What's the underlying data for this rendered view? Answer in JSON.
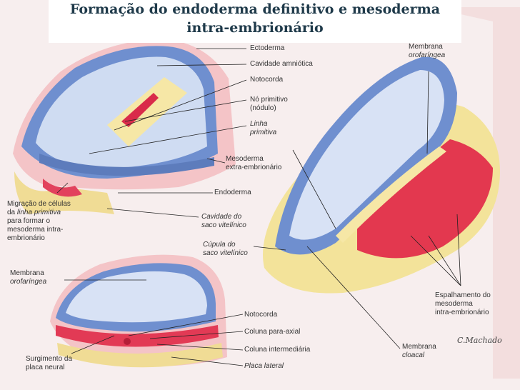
{
  "title": {
    "line1": "Formação do endoderma definitivo e mesoderma",
    "line2": "intra-embrionário"
  },
  "labels": {
    "ectoderma": "Ectoderma",
    "cavidade_amniotica": "Cavidade amniótica",
    "notocorda": "Notocorda",
    "no_primitivo_1": "Nó primitivo",
    "no_primitivo_2": "(nódulo)",
    "linha_primitiva_1": "Linha",
    "linha_primitiva_2": "primitiva",
    "mesoderma_extra_1": "Mesoderma",
    "mesoderma_extra_2": "extra-embrionário",
    "endoderma": "Endoderma",
    "cavidade_saco_1": "Cavidade do",
    "cavidade_saco_2": "saco vitelínico",
    "cupula_1": "Cúpula do",
    "cupula_2": "saco vitelínico",
    "membrana_orofaringea_right_1": "Membrana",
    "membrana_orofaringea_right_2": "orofaríngea",
    "migracao_1": "Migração de células",
    "migracao_2a": "da ",
    "migracao_2b": "linha primitiva",
    "migracao_3": "para formar o",
    "migracao_4": "mesoderma intra-",
    "migracao_5": "embrionário",
    "membrana_orofaringea_left_1": "Membrana",
    "membrana_orofaringea_left_2": "orofaríngea",
    "notocorda_bottom": "Notocorda",
    "coluna_paraaxial": "Coluna para-axial",
    "coluna_intermediaria": "Coluna intermediária",
    "placa_lateral": "Placa lateral",
    "surgimento_1": "Surgimento da",
    "surgimento_2": "placa neural",
    "espalhamento_1": "Espalhamento do",
    "espalhamento_2": "mesoderma",
    "espalhamento_3": "intra-embrionário",
    "membrana_cloacal_1": "Membrana",
    "membrana_cloacal_2": "cloacal"
  },
  "credit": "C.Machado",
  "colors": {
    "ectoderm_blue": "#7f9fd6",
    "ectoderm_dark": "#4f6fb0",
    "cavity_light": "#dfe7f6",
    "mesoderm_red": "#e23a55",
    "yolk_yellow": "#f4e2a0",
    "outer_pink": "#f2b9bd"
  }
}
